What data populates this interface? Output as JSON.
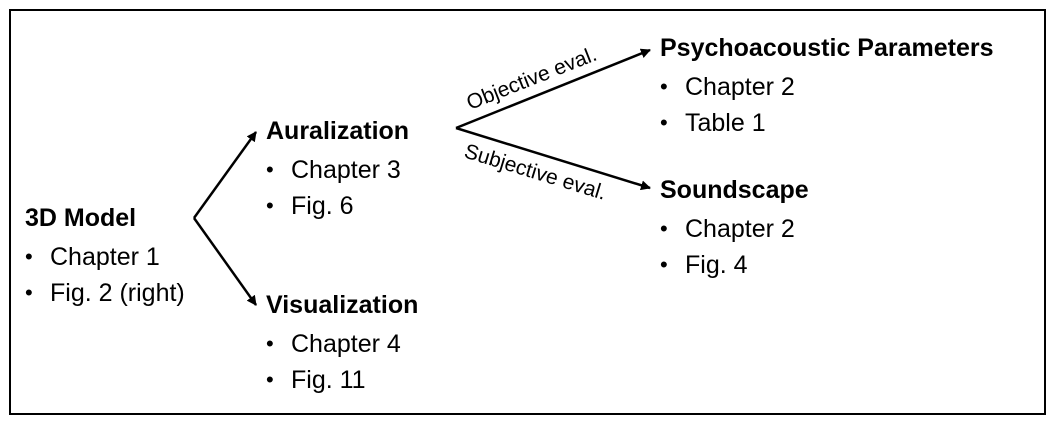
{
  "nodes": {
    "model": {
      "title": "3D Model",
      "items": [
        "Chapter 1",
        "Fig. 2 (right)"
      ]
    },
    "auralization": {
      "title": "Auralization",
      "items": [
        "Chapter 3",
        "Fig.  6"
      ]
    },
    "visualization": {
      "title": "Visualization",
      "items": [
        "Chapter 4",
        "Fig.  11"
      ]
    },
    "psychoacoustic": {
      "title": "Psychoacoustic Parameters",
      "items": [
        "Chapter 2",
        "Table  1"
      ]
    },
    "soundscape": {
      "title": "Soundscape",
      "items": [
        "Chapter 2",
        "Fig.  4"
      ]
    }
  },
  "edges": {
    "objective": "Objective eval.",
    "subjective": "Subjective eval."
  },
  "bullet_char": "•"
}
